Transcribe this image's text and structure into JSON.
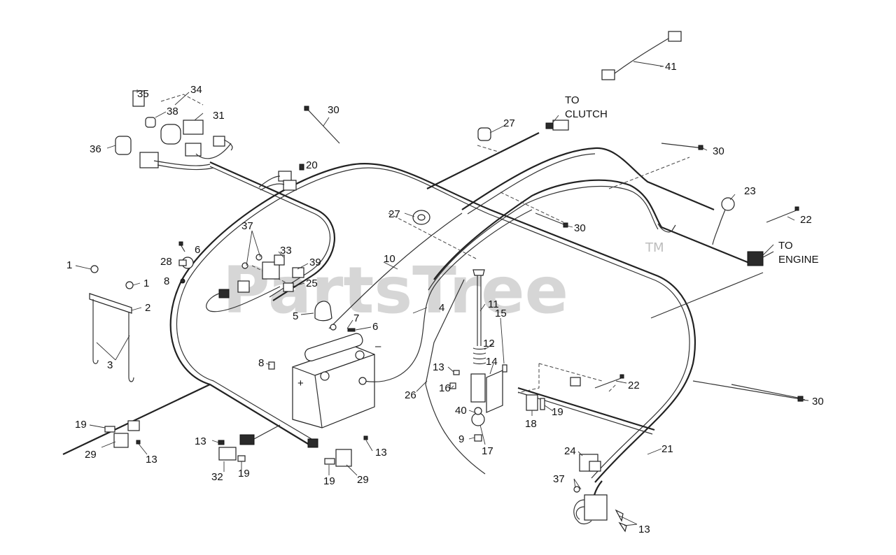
{
  "watermark": {
    "text": "PartsTree",
    "trademark": "TM"
  },
  "callouts": {
    "c1a": "1",
    "c1b": "1",
    "c2": "2",
    "c3": "3",
    "c4": "4",
    "c5": "5",
    "c6a": "6",
    "c6b": "6",
    "c7": "7",
    "c8a": "8",
    "c8b": "8",
    "c9": "9",
    "c10": "10",
    "c11": "11",
    "c12": "12",
    "c13a": "13",
    "c13b": "13",
    "c13c": "13",
    "c13d": "13",
    "c13e": "13",
    "c14": "14",
    "c15": "15",
    "c16": "16",
    "c17": "17",
    "c18": "18",
    "c19a": "19",
    "c19b": "19",
    "c19c": "19",
    "c19d": "19",
    "c20": "20",
    "c21": "21",
    "c22a": "22",
    "c22b": "22",
    "c23": "23",
    "c24": "24",
    "c25": "25",
    "c26": "26",
    "c27a": "27",
    "c27b": "27",
    "c28": "28",
    "c29a": "29",
    "c29b": "29",
    "c30a": "30",
    "c30b": "30",
    "c30c": "30",
    "c30d": "30",
    "c31": "31",
    "c32": "32",
    "c33": "33",
    "c34": "34",
    "c35": "35",
    "c36": "36",
    "c37a": "37",
    "c37b": "37",
    "c38": "38",
    "c39": "39",
    "c40": "40",
    "c41": "41"
  },
  "annotations": {
    "to_clutch_1": "TO",
    "to_clutch_2": "CLUTCH",
    "to_engine_1": "TO",
    "to_engine_2": "ENGINE",
    "battery_plus": "+",
    "battery_minus": "–"
  }
}
